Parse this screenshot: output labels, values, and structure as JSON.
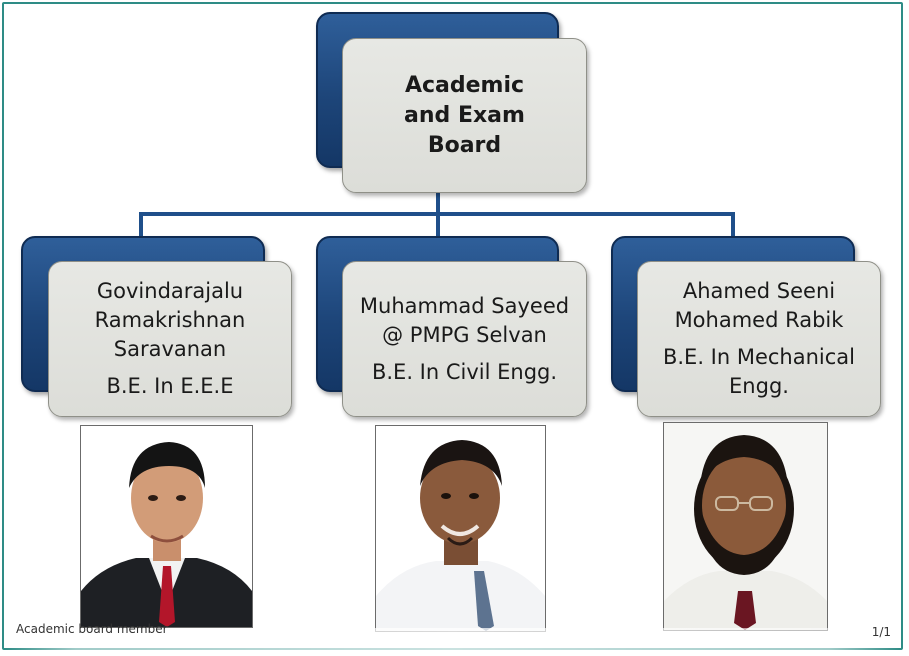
{
  "board": {
    "title": "Academic and Exam Board"
  },
  "members": [
    {
      "name": "Govindarajalu Ramakrishnan Saravanan",
      "degree": "B.E. In E.E.E",
      "photo": "member-photo-man-dark-suit-red-tie"
    },
    {
      "name": "Muhammad Sayeed @ PMPG Selvan",
      "degree": "B.E. In Civil Engg.",
      "photo": "member-photo-man-white-shirt-blue-tie"
    },
    {
      "name": "Ahamed Seeni Mohamed Rabik",
      "degree": "B.E. In Mechanical Engg.",
      "photo": "member-photo-man-glasses-beard-red-tie"
    }
  ],
  "viewer": {
    "caption": "Academic board member",
    "page_indicator": "1/1"
  },
  "colors": {
    "frame_border": "#2e8c86",
    "connector": "#1f4f8a",
    "shadow_box": "#1d4579",
    "card_fill": "#e1e2dd"
  }
}
